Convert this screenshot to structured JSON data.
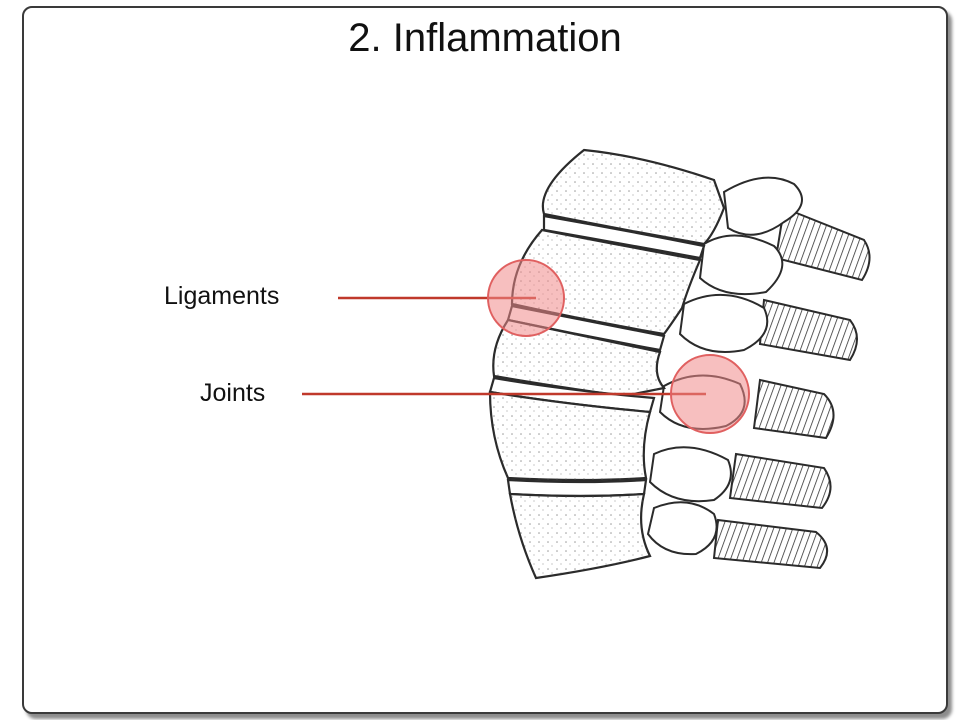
{
  "title": "2. Inflammation",
  "labels": {
    "ligaments": "Ligaments",
    "joints": "Joints"
  },
  "colors": {
    "leader_line": "#c0392b",
    "highlight": "#f08a8a",
    "bone_outline": "#2b2b2b",
    "frame": "#3a3a3a"
  }
}
